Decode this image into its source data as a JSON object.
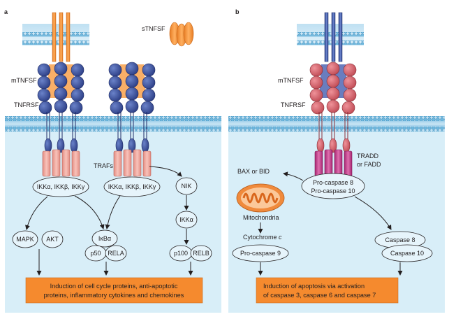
{
  "panels": {
    "a": {
      "label": "a",
      "ligand_label": "sTNFSF",
      "membrane_ligand_label": "mTNFSF",
      "receptor_label": "TNFRSF",
      "adaptor_label": "TRAFs",
      "ikk_complex_left": "IKKα, IKKβ, IKKγ",
      "ikk_complex_right": "IKKα, IKKβ, IKKγ",
      "nik": "NIK",
      "ikka": "IKKα",
      "mapk": "MAPK",
      "akt": "AKT",
      "ikba": "IκBα",
      "p50": "p50",
      "rela": "RELA",
      "p100": "p100",
      "relb": "RELB",
      "outcome_line1": "Induction of cell cycle proteins, anti-apoptotic",
      "outcome_line2": "proteins, inflammatory cytokines and chemokines"
    },
    "b": {
      "label": "b",
      "membrane_ligand_label": "mTNFSF",
      "receptor_label": "TNFRSF",
      "adaptor_line1": "TRADD",
      "adaptor_line2": "or FADD",
      "bax_bid": "BAX or BID",
      "mitochondria": "Mitochondria",
      "cytochrome_c_prefix": "Cytochrome ",
      "cytochrome_c_italic": "c",
      "procaspase9": "Pro-caspase 9",
      "procaspase8": "Pro-caspase 8",
      "procaspase10": "Pro-caspase 10",
      "caspase8": "Caspase 8",
      "caspase10": "Caspase 10",
      "outcome_line1": "Induction of apoptosis via activation",
      "outcome_line2": "of caspase 3, caspase 6 and caspase 7"
    }
  },
  "colors": {
    "cytoplasm": "#cfe8f5",
    "membrane_head": "#6fb7dd",
    "outcome_box": "#f58a2e",
    "ligand_orange": "#f59b45",
    "ligand_blue": "#3f5aa8",
    "receptor_blue": "#3b4f98",
    "receptor_red": "#d9666e",
    "traf_pink": "#f1aaa0",
    "tradd_magenta": "#c33b8d",
    "node_fill": "#e6f4fb",
    "mito_orange": "#f08a3c"
  }
}
